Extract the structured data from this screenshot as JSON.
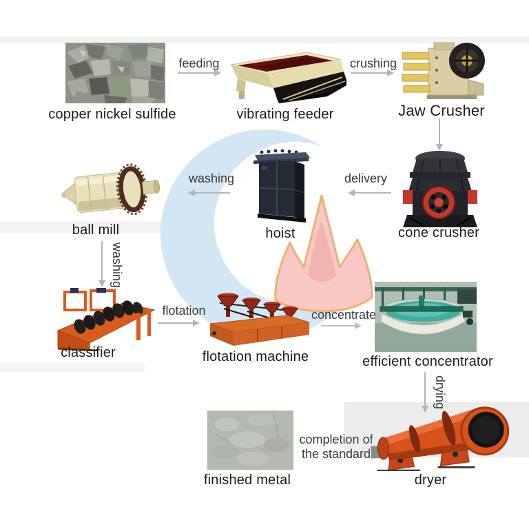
{
  "flow": {
    "title_context": "mineral processing flow diagram",
    "stages": [
      {
        "id": "copper-nickel-sulfide",
        "label": "copper nickel sulfide"
      },
      {
        "id": "vibrating-feeder",
        "label": "vibrating feeder"
      },
      {
        "id": "jaw-crusher",
        "label": "Jaw Crusher"
      },
      {
        "id": "cone-crusher",
        "label": "cone crusher"
      },
      {
        "id": "hoist",
        "label": "hoist"
      },
      {
        "id": "ball-mill",
        "label": "ball mill"
      },
      {
        "id": "classifier",
        "label": "classifier"
      },
      {
        "id": "flotation-machine",
        "label": "flotation machine"
      },
      {
        "id": "efficient-concentrator",
        "label": "efficient concentrator"
      },
      {
        "id": "dryer",
        "label": "dryer"
      },
      {
        "id": "finished-metal",
        "label": "finished metal"
      }
    ],
    "arrows": {
      "feeding": "feeding",
      "crushing": "crushing",
      "delivery": "delivery",
      "washing_to_ball_mill": "washing",
      "washing_to_classifier": "washing",
      "flotation": "flotation",
      "concentrate": "concentrate",
      "drying": "drying",
      "completion": "completion of the standard"
    },
    "colors": {
      "arrow": "#b5b5b5",
      "stage_label": "#1c1c1c",
      "process_label": "#3a3a3a",
      "watermark_blue": "#d3e6f4",
      "watermark_pink": "#f8c9c4",
      "watermark_flame_edge": "#f3ad72",
      "machine_orange": "#d8521c",
      "machine_cream": "#e9e1bd"
    }
  }
}
